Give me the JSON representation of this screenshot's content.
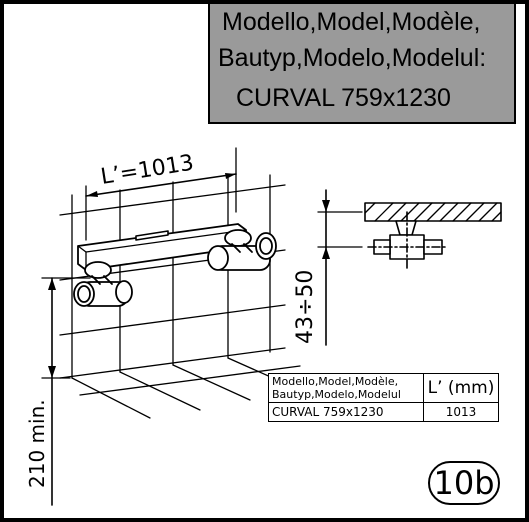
{
  "model_box": {
    "line1": "Modello,Model,Modèle,",
    "line2": "Bautyp,Modelo,Modelul:",
    "line3": "CURVAL 759x1230"
  },
  "dimensions": {
    "length_label": "L’=1013",
    "spacing_label": "43÷50",
    "height_label": "210 min."
  },
  "table": {
    "header_model": "Modello,Model,Modèle,\nBautyp,Modelo,Modelul",
    "header_length": "L’ (mm)",
    "row_model": "CURVAL  759x1230",
    "row_length": "1013"
  },
  "badge": "10b",
  "colors": {
    "model_box_fill": "#9a9a9a",
    "line": "#000000"
  }
}
